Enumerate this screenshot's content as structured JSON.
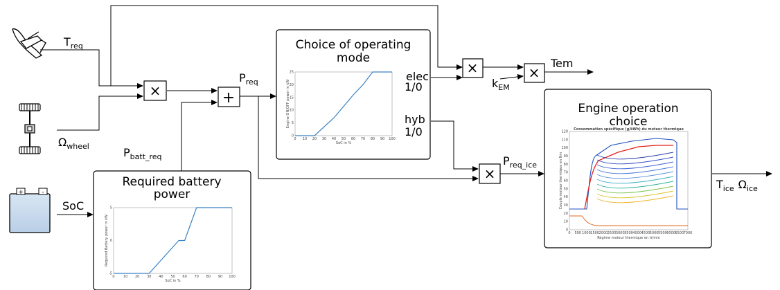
{
  "blocks": {
    "mode": {
      "title_line1": "Choice of operating",
      "title_line2": "mode"
    },
    "battery": {
      "title_line1": "Required battery",
      "title_line2": "power"
    },
    "engine": {
      "title_line1": "Engine operation",
      "title_line2": "choice"
    }
  },
  "operators": {
    "mult": "×",
    "plus": "+"
  },
  "signals": {
    "t_req": {
      "main": "T",
      "sub": "req"
    },
    "omega_wheel": {
      "main": "Ω",
      "sub": "wheel"
    },
    "p_req": {
      "main": "P",
      "sub": "req"
    },
    "p_batt_req": {
      "main": "P",
      "sub": "batt_req"
    },
    "soc": "SoC",
    "elec": "elec",
    "elec_val": "1/0",
    "hyb": "hyb",
    "hyb_val": "1/0",
    "k_em": {
      "main": "k",
      "sub": "EM"
    },
    "tem": "Tem",
    "p_req_ice": {
      "main": "P",
      "sub": "req_ice"
    },
    "t_ice": {
      "main": "T",
      "sub": "ice"
    },
    "omega_ice": {
      "main": "Ω",
      "sub": "ice"
    }
  },
  "plot_mode": {
    "ylabel": "Engine ON/OFF power in kW",
    "xlabel": "SoC in %",
    "xticks": [
      "0",
      "10",
      "20",
      "30",
      "40",
      "50",
      "60",
      "70",
      "80",
      "90",
      "100"
    ],
    "yticks": [
      "0",
      "5",
      "10",
      "15",
      "20",
      "25"
    ]
  },
  "plot_battery": {
    "ylabel": "Required Battery power in kW",
    "xlabel": "SoC in %",
    "xticks": [
      "0",
      "10",
      "20",
      "30",
      "40",
      "50",
      "60",
      "70",
      "80",
      "90",
      "100"
    ],
    "yticks": [
      "-5",
      "0",
      "5"
    ]
  },
  "plot_engine": {
    "title": "Consommation spécifique (g/kWh) du moteur thermique",
    "xlabel": "Régime moteur thermique en tr/min",
    "ylabel": "Couple moteur thermique en Nm",
    "xticks": [
      "0",
      "500",
      "1000",
      "1500",
      "2000",
      "2500",
      "3000",
      "3500",
      "4000",
      "4500",
      "5000",
      "5500",
      "6000",
      "6500",
      "7000"
    ],
    "yticks": [
      "0",
      "10",
      "20",
      "30",
      "40",
      "50",
      "60",
      "70",
      "80",
      "90",
      "100",
      "110",
      "120"
    ]
  },
  "chart_data": [
    {
      "type": "line",
      "x": [
        0,
        20,
        40,
        60,
        70,
        80,
        100
      ],
      "values": [
        0,
        0,
        7,
        16,
        20,
        25,
        25
      ],
      "xlabel": "SoC in %",
      "ylabel": "Engine ON/OFF power in kW",
      "xlim": [
        0,
        100
      ],
      "ylim": [
        0,
        25
      ]
    },
    {
      "type": "line",
      "x": [
        0,
        30,
        55,
        60,
        70,
        100
      ],
      "values": [
        -5,
        -5,
        0,
        0,
        5,
        5
      ],
      "xlabel": "SoC in %",
      "ylabel": "Required Battery power in kW",
      "xlim": [
        0,
        100
      ],
      "ylim": [
        -5,
        5
      ]
    }
  ]
}
